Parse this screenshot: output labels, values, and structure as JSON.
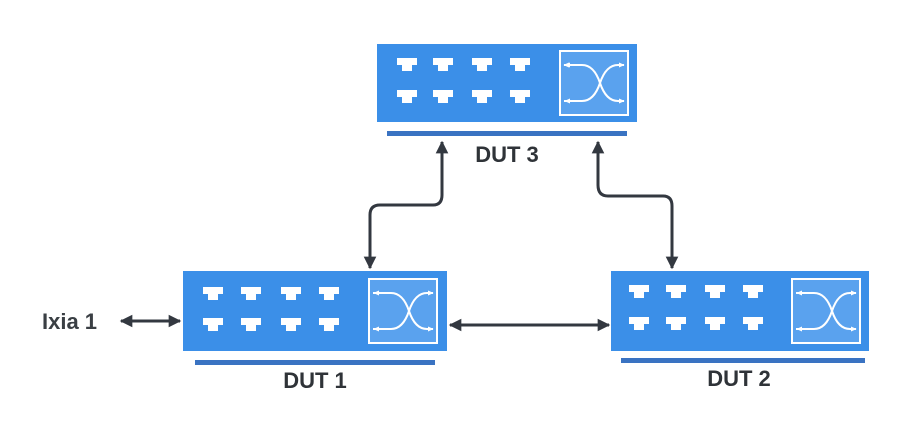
{
  "colors": {
    "switch_body": "#3b8fe8",
    "switch_base": "#3a73c2",
    "switch_panel": "#5aa2ee",
    "port": "#ffffff",
    "link": "#333840"
  },
  "icons": {
    "switch": "network-switch-icon",
    "port": "ethernet-port-icon",
    "crossbar": "crossbar-arrows-icon"
  },
  "devices": [
    {
      "id": "dut3",
      "label": "DUT 3"
    },
    {
      "id": "dut1",
      "label": "DUT 1"
    },
    {
      "id": "dut2",
      "label": "DUT 2"
    }
  ],
  "external": [
    {
      "id": "ixia1",
      "label": "Ixia 1"
    }
  ],
  "links": [
    {
      "from": "ixia1",
      "to": "dut1",
      "bidirectional": true
    },
    {
      "from": "dut1",
      "to": "dut2",
      "bidirectional": true
    },
    {
      "from": "dut1",
      "to": "dut3",
      "bidirectional": true
    },
    {
      "from": "dut2",
      "to": "dut3",
      "bidirectional": true
    }
  ]
}
